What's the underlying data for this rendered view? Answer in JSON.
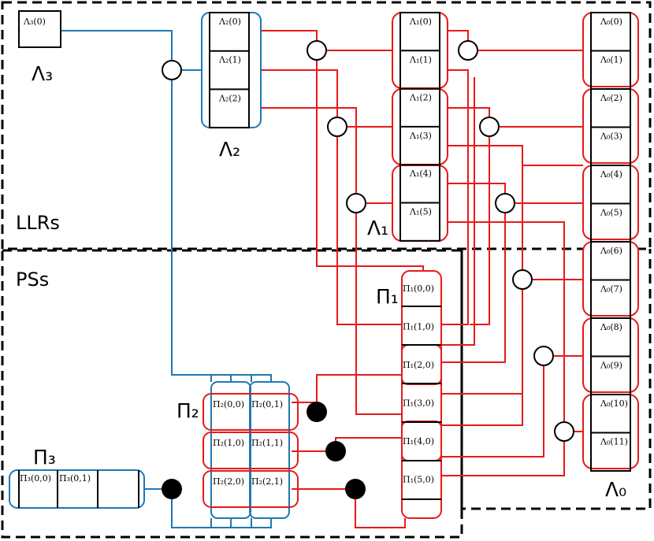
{
  "regions": {
    "llrs": "LLRs",
    "pss": "PSs"
  },
  "level_labels": {
    "lambda3": "Λ₃",
    "lambda2": "Λ₂",
    "lambda1": "Λ₁",
    "lambda0": "Λ₀",
    "pi1": "Π₁",
    "pi2": "Π₂",
    "pi3": "Π₃"
  },
  "lambda3_cells": [
    "Λ₃(0)"
  ],
  "lambda2_cells": [
    "Λ₂(0)",
    "Λ₂(1)",
    "Λ₂(2)"
  ],
  "lambda1_cells": [
    "Λ₁(0)",
    "Λ₁(1)",
    "Λ₁(2)",
    "Λ₁(3)",
    "Λ₁(4)",
    "Λ₁(5)"
  ],
  "lambda0_cells": [
    "Λ₀(0)",
    "Λ₀(1)",
    "Λ₀(2)",
    "Λ₀(3)",
    "Λ₀(4)",
    "Λ₀(5)",
    "Λ₀(6)",
    "Λ₀(7)",
    "Λ₀(8)",
    "Λ₀(9)",
    "Λ₀(10)",
    "Λ₀(11)"
  ],
  "pi1_cells": [
    "Π₁(0,0)",
    "Π₁(1,0)",
    "Π₁(2,0)",
    "Π₁(3,0)",
    "Π₁(4,0)",
    "Π₁(5,0)"
  ],
  "pi2_cells": [
    "Π₂(0,0)",
    "Π₂(0,1)",
    "Π₂(1,0)",
    "Π₂(1,1)",
    "Π₂(2,0)",
    "Π₂(2,1)"
  ],
  "pi3_cells": [
    "Π₃(0,0)",
    "Π₃(0,1)"
  ],
  "colors": {
    "blue": "#1f77b4",
    "red": "#e8191a",
    "black": "#000000"
  }
}
